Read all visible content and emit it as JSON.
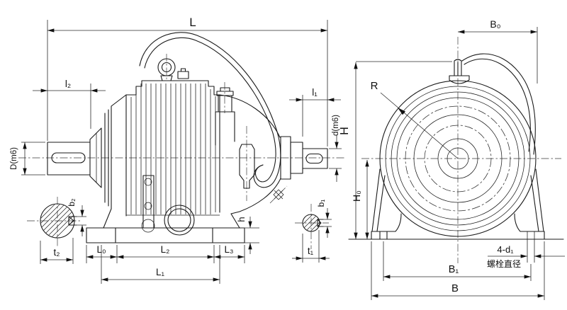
{
  "page": {
    "background": "#ffffff",
    "line_color": "#1a1a1a"
  },
  "left_view_dims": {
    "L": "L",
    "l2": "l₂",
    "D": "D(m6)",
    "l1": "l₁",
    "d": "d(m6)",
    "b2": "b₂",
    "t2": "t₂",
    "L0": "L₀",
    "L2": "L₂",
    "L3": "L₃",
    "L1": "L₁",
    "h": "h"
  },
  "right_view_dims": {
    "B0": "B₀",
    "R": "R",
    "H": "H",
    "H0": "H₀",
    "b1": "b₁",
    "t1": "t₁",
    "B1": "B₁",
    "B": "B",
    "bolt_holes": "4-d₁",
    "bolt_caption": "螺栓直径"
  }
}
